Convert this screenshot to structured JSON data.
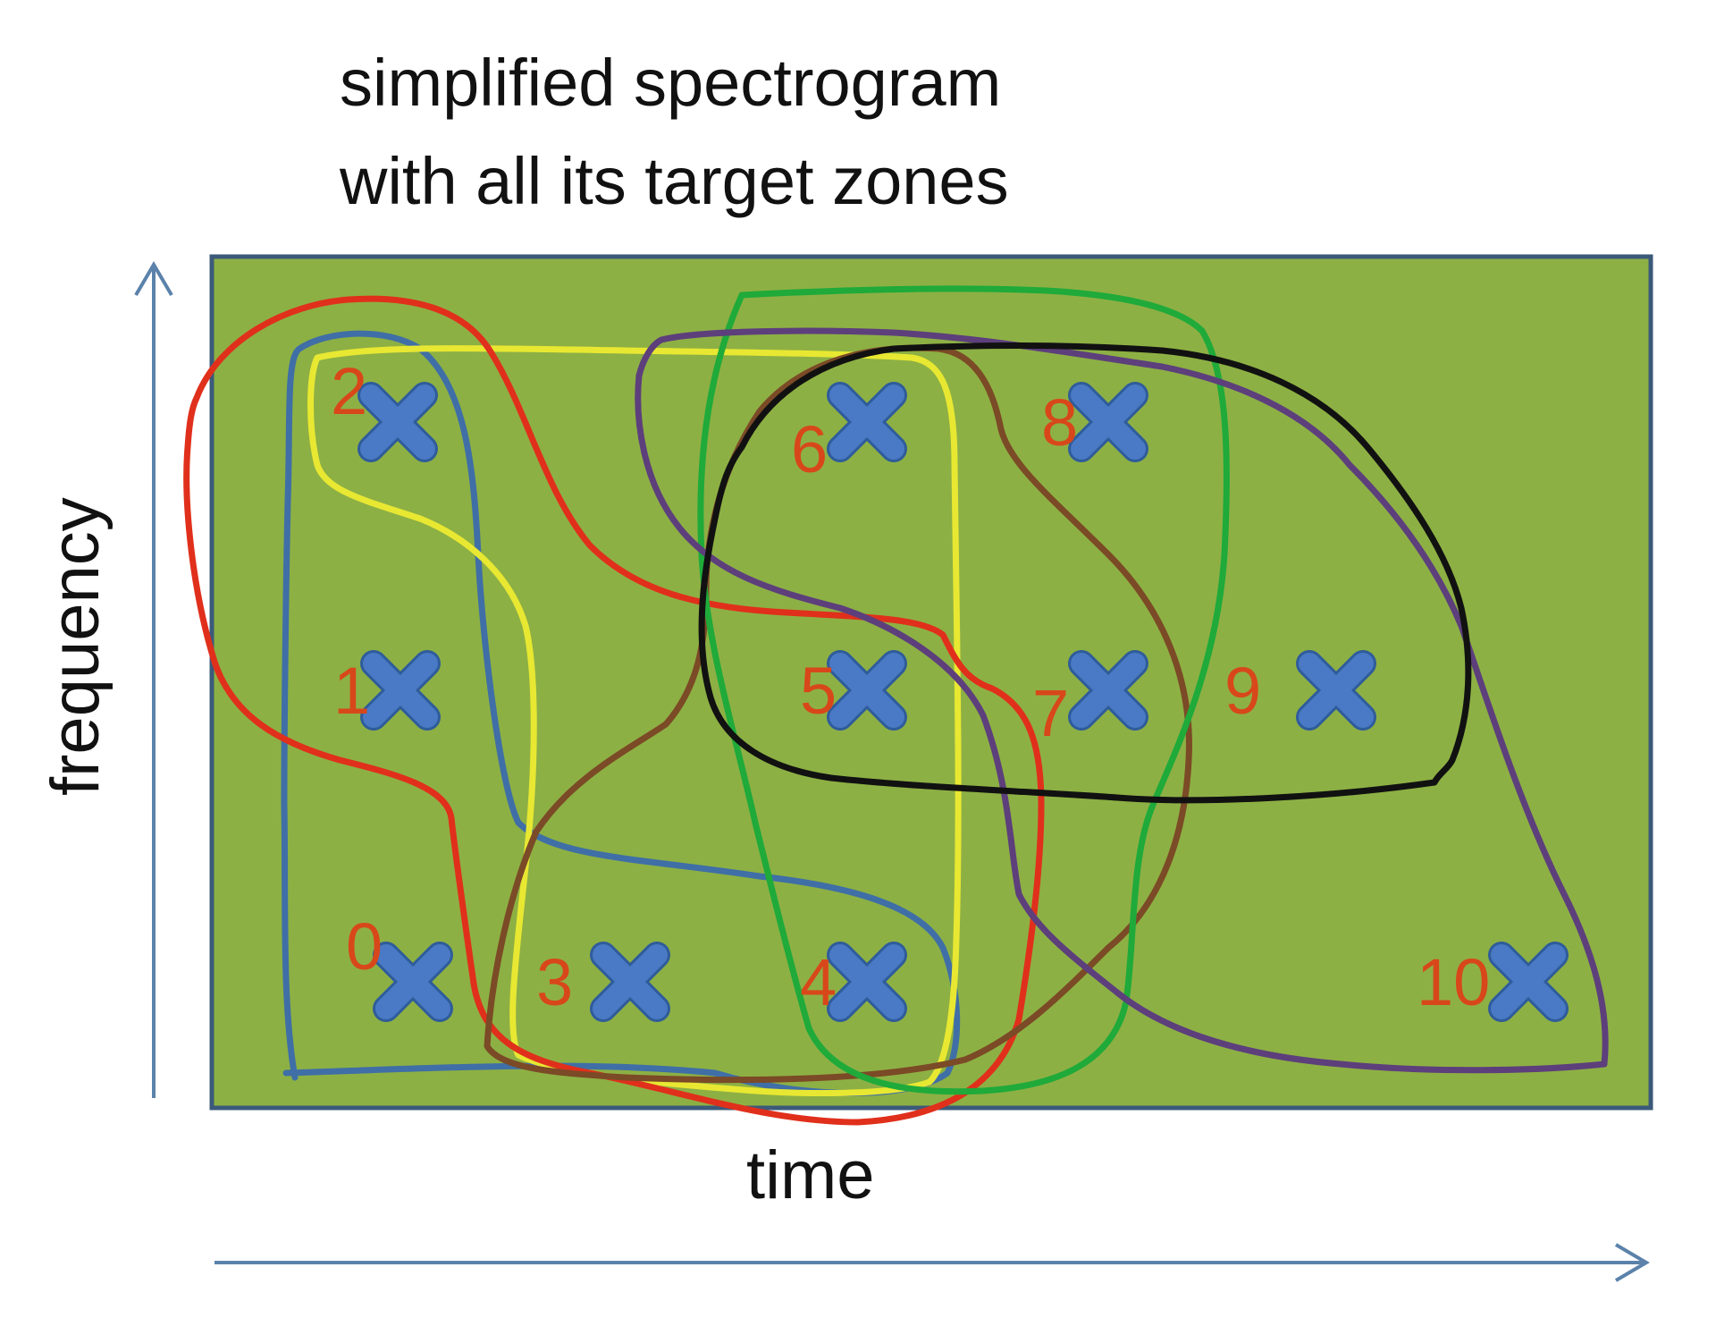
{
  "title": {
    "line1": "simplified spectrogram",
    "line2": "with all its target zones"
  },
  "axes": {
    "x_label": "time",
    "y_label": "frequency"
  },
  "colors": {
    "background": "#8db044",
    "border": "#3b5a7a",
    "axis_arrow": "#5b82aa",
    "marker": "#4a79c5",
    "marker_edge": "#2f5c9a",
    "label": "#d8471a"
  },
  "points": [
    {
      "label": "0",
      "t": 0,
      "f": 0
    },
    {
      "label": "1",
      "t": 0,
      "f": 1
    },
    {
      "label": "2",
      "t": 0,
      "f": 2
    },
    {
      "label": "3",
      "t": 1,
      "f": 0
    },
    {
      "label": "4",
      "t": 2,
      "f": 0
    },
    {
      "label": "5",
      "t": 2,
      "f": 1
    },
    {
      "label": "6",
      "t": 2,
      "f": 2
    },
    {
      "label": "7",
      "t": 3,
      "f": 1
    },
    {
      "label": "8",
      "t": 3,
      "f": 2
    },
    {
      "label": "9",
      "t": 4,
      "f": 1
    },
    {
      "label": "10",
      "t": 5,
      "f": 0
    }
  ],
  "target_zones": [
    {
      "color": "#3f6fa6",
      "anchor": "0"
    },
    {
      "color": "#e8e832",
      "anchor": "2"
    },
    {
      "color": "#e0301c",
      "anchor": "1"
    },
    {
      "color": "#7b4a26",
      "anchor": "3"
    },
    {
      "color": "#1faa3a",
      "anchor": "4"
    },
    {
      "color": "#5d3f7c",
      "anchor": "5"
    },
    {
      "color": "#111111",
      "anchor": "6"
    }
  ]
}
